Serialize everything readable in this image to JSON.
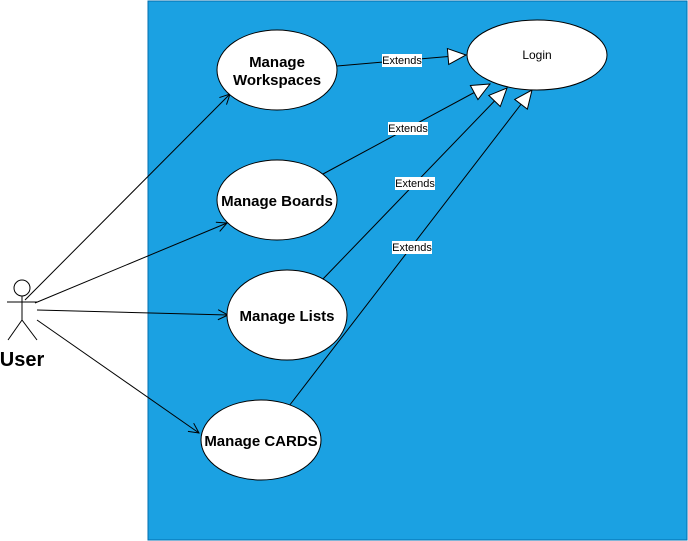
{
  "colors": {
    "system_fill": "#1BA1E2",
    "system_stroke": "#006EAF",
    "usecase_fill": "#FFFFFF",
    "line": "#000000",
    "label_bg": "#FFFFFF"
  },
  "actor": {
    "label": "User"
  },
  "use_cases": {
    "login": "Login",
    "workspaces_line1": "Manage",
    "workspaces_line2": "Workspaces",
    "boards": "Manage Boards",
    "lists": "Manage Lists",
    "cards": "Manage CARDS"
  },
  "relations": {
    "extends_1": "Extends",
    "extends_2": "Extends",
    "extends_3": "Extends",
    "extends_4": "Extends"
  }
}
